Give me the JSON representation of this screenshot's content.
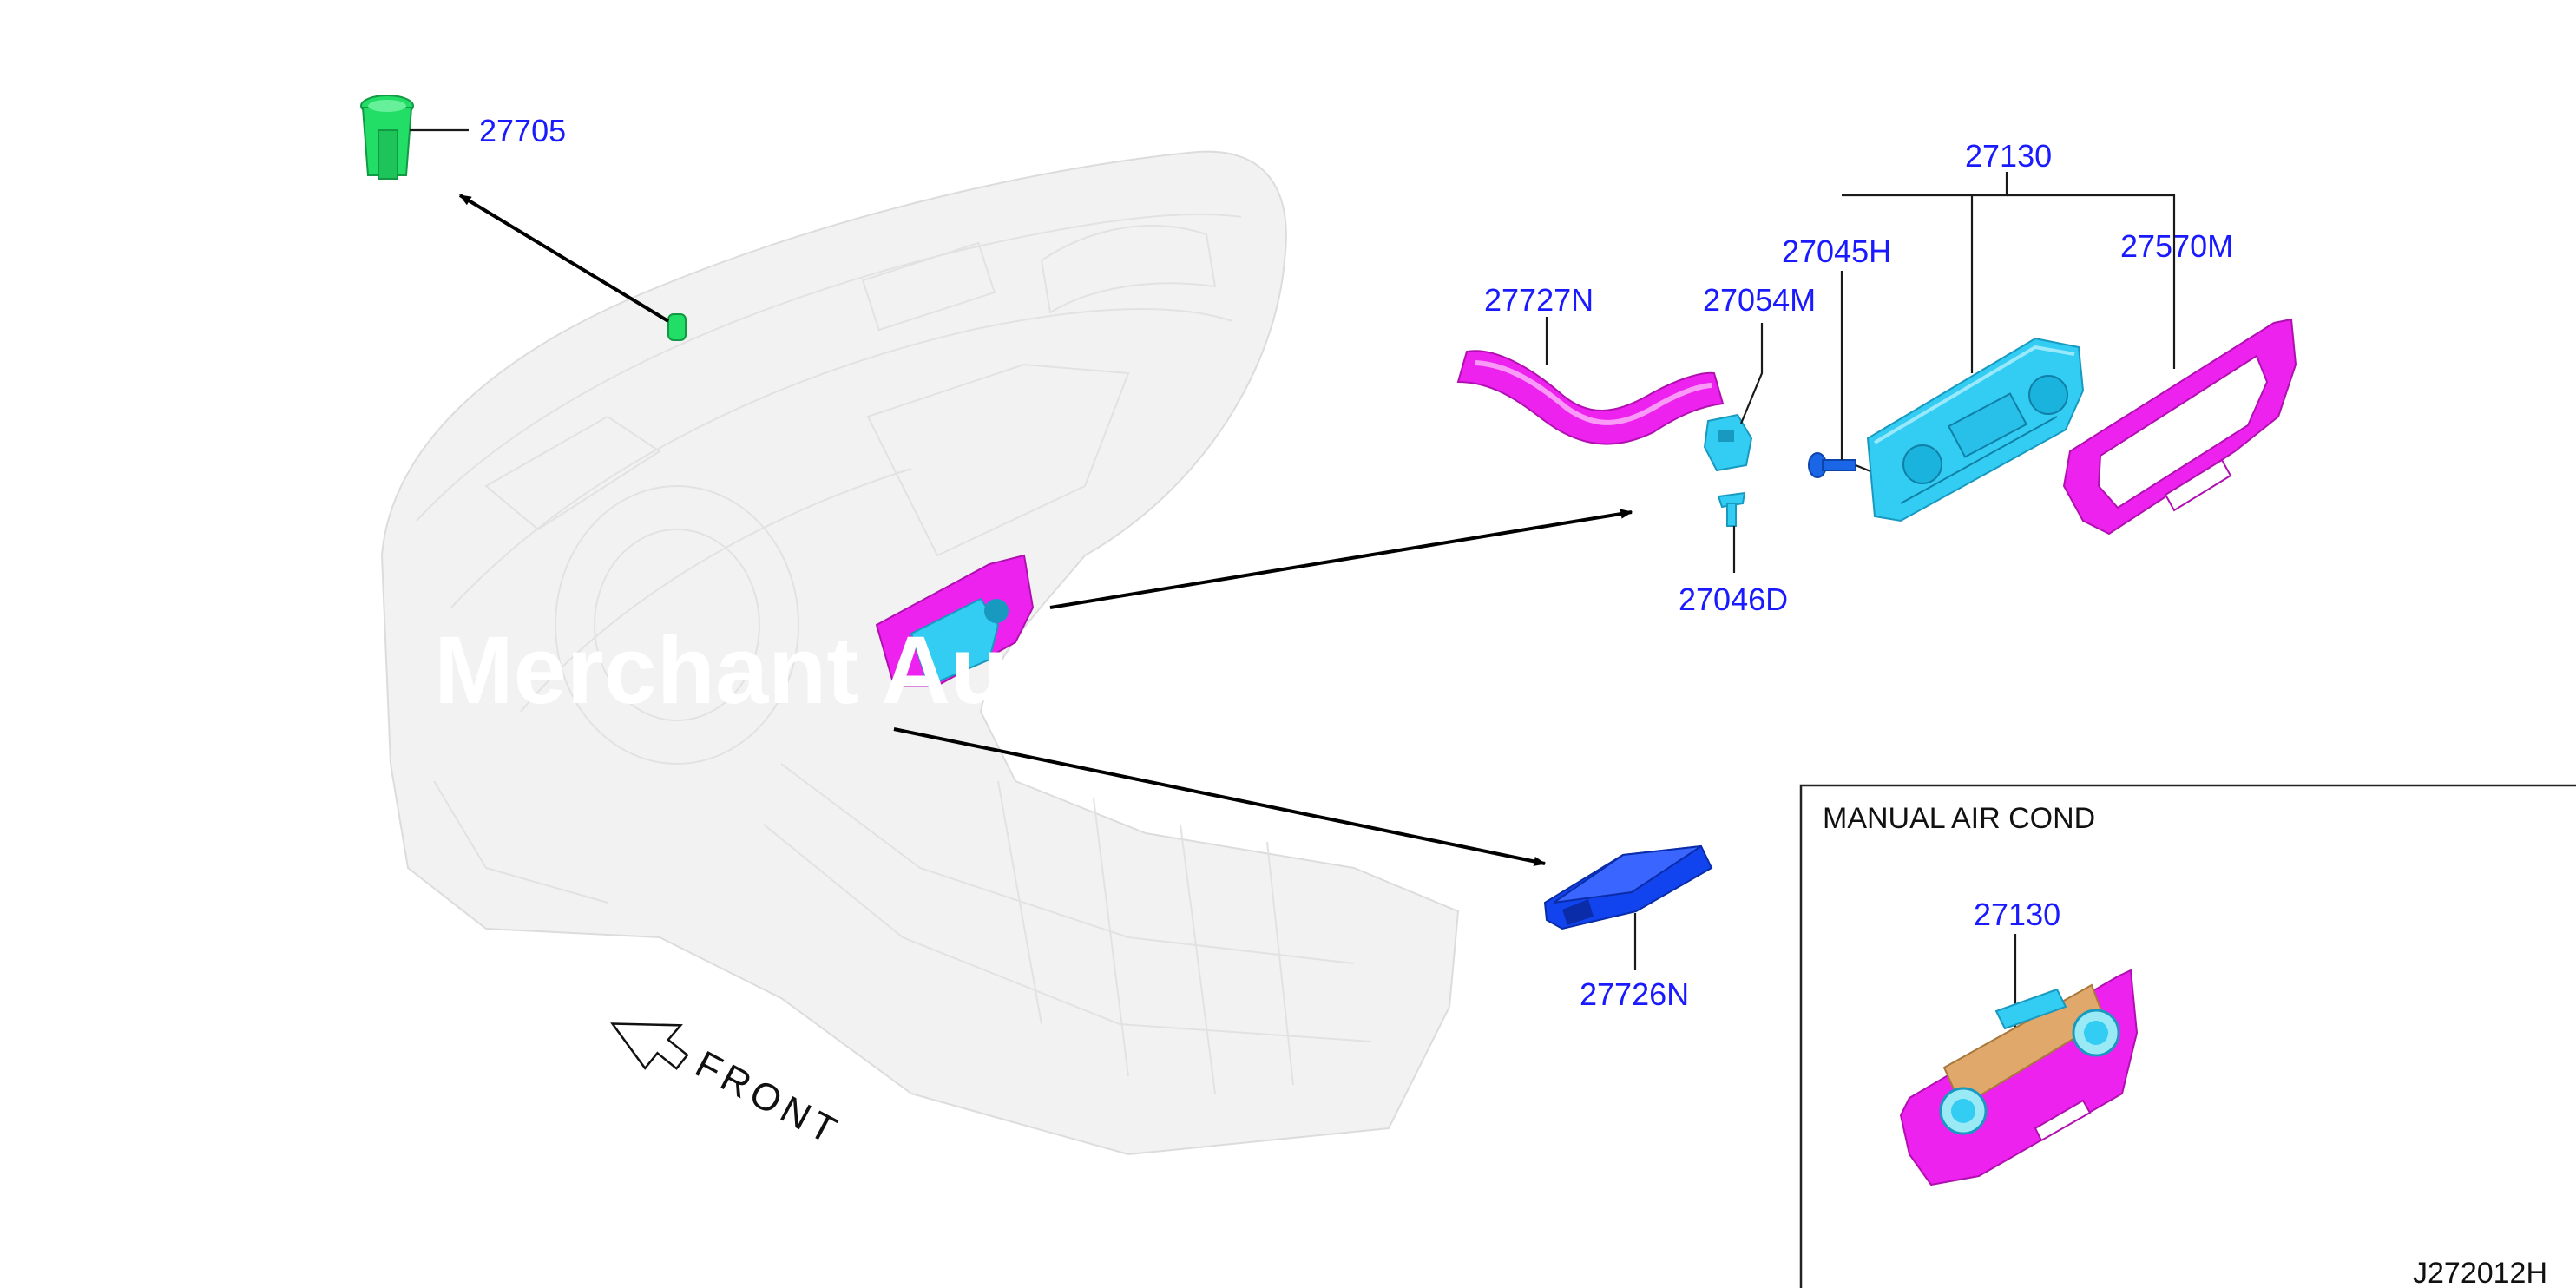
{
  "diagram_id": "J272012H",
  "inset": {
    "title": "MANUAL AIR COND",
    "part": "27130"
  },
  "front_label": "FRONT",
  "watermark": "Merchant Au",
  "parts": {
    "p27705": "27705",
    "p27130": "27130",
    "p27045H": "27045H",
    "p27570M": "27570M",
    "p27727N": "27727N",
    "p27054M": "27054M",
    "p27046D": "27046D",
    "p27726N": "27726N"
  },
  "colors": {
    "label": "#1a1aff",
    "green_part": "#22dd66",
    "cyan_part": "#33ccf2",
    "magenta_part": "#ee22ee",
    "blue_part": "#1144ee",
    "ghost": "#f2f2f2"
  }
}
